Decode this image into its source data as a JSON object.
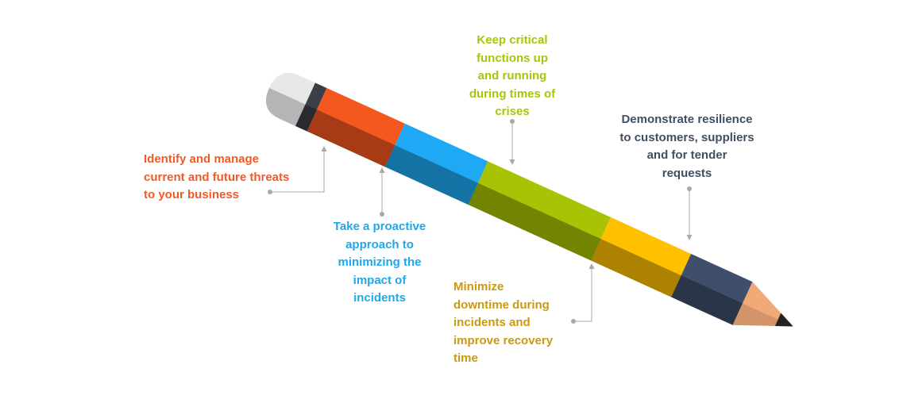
{
  "colors": {
    "eraser": "#e8e8e8",
    "band": "#3c3f46",
    "orange": "#f5581f",
    "blue": "#1fa8f3",
    "green": "#a8c303",
    "yellow": "#ffc000",
    "navy": "#3f4f6b",
    "wood": "#f2a978",
    "lead": "#222222",
    "connector": "#a9a9a9"
  },
  "callouts": {
    "identify": "Identify and manage\ncurrent and future threats\nto your business",
    "proactive": "Take a proactive\napproach to\nminimizing the\nimpact of\nincidents",
    "critical": "Keep critical\nfunctions up\nand running\nduring times of\ncrises",
    "resilience": "Demonstrate resilience\nto customers, suppliers\nand for tender\nrequests",
    "downtime": "Minimize\ndowntime during\nincidents and\nimprove recovery\ntime"
  }
}
